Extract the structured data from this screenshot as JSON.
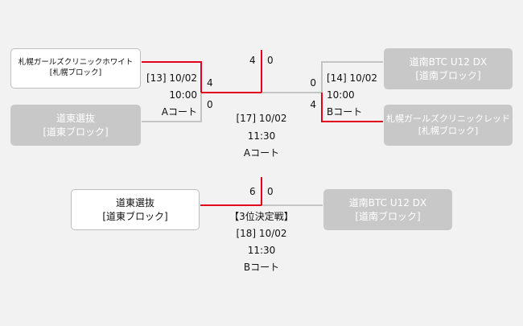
{
  "colors": {
    "winner_line": "#e3001b",
    "loser_line": "#c4c4c4",
    "inactive_box": "#c8c8c8"
  },
  "teams": {
    "sapporo_white": {
      "name": "札幌ガールズクリニックホワイト",
      "block": "[札幌ブロック]"
    },
    "doto_1": {
      "name": "道東選抜",
      "block": "[道東ブロック]"
    },
    "donan_1": {
      "name": "道南BTC U12 DX",
      "block": "[道南ブロック]"
    },
    "sapporo_red": {
      "name": "札幌ガールズクリニックレッド",
      "block": "[札幌ブロック]"
    },
    "doto_2": {
      "name": "道東選抜",
      "block": "[道東ブロック]"
    },
    "donan_2": {
      "name": "道南BTC U12 DX",
      "block": "[道南ブロック]"
    }
  },
  "matches": {
    "m13": {
      "info": "[13] 10/02",
      "time": "10:00",
      "court": "Aコート",
      "score_top": "4",
      "score_bottom": "0"
    },
    "m14": {
      "info": "[14] 10/02",
      "time": "10:00",
      "court": "Bコート",
      "score_top": "0",
      "score_bottom": "4"
    },
    "m17": {
      "info": "[17] 10/02",
      "time": "11:30",
      "court": "Aコート",
      "score_left": "4",
      "score_right": "0"
    },
    "m18": {
      "label": "【3位決定戦】",
      "info": "[18] 10/02",
      "time": "11:30",
      "court": "Bコート",
      "score_left": "6",
      "score_right": "0"
    }
  }
}
